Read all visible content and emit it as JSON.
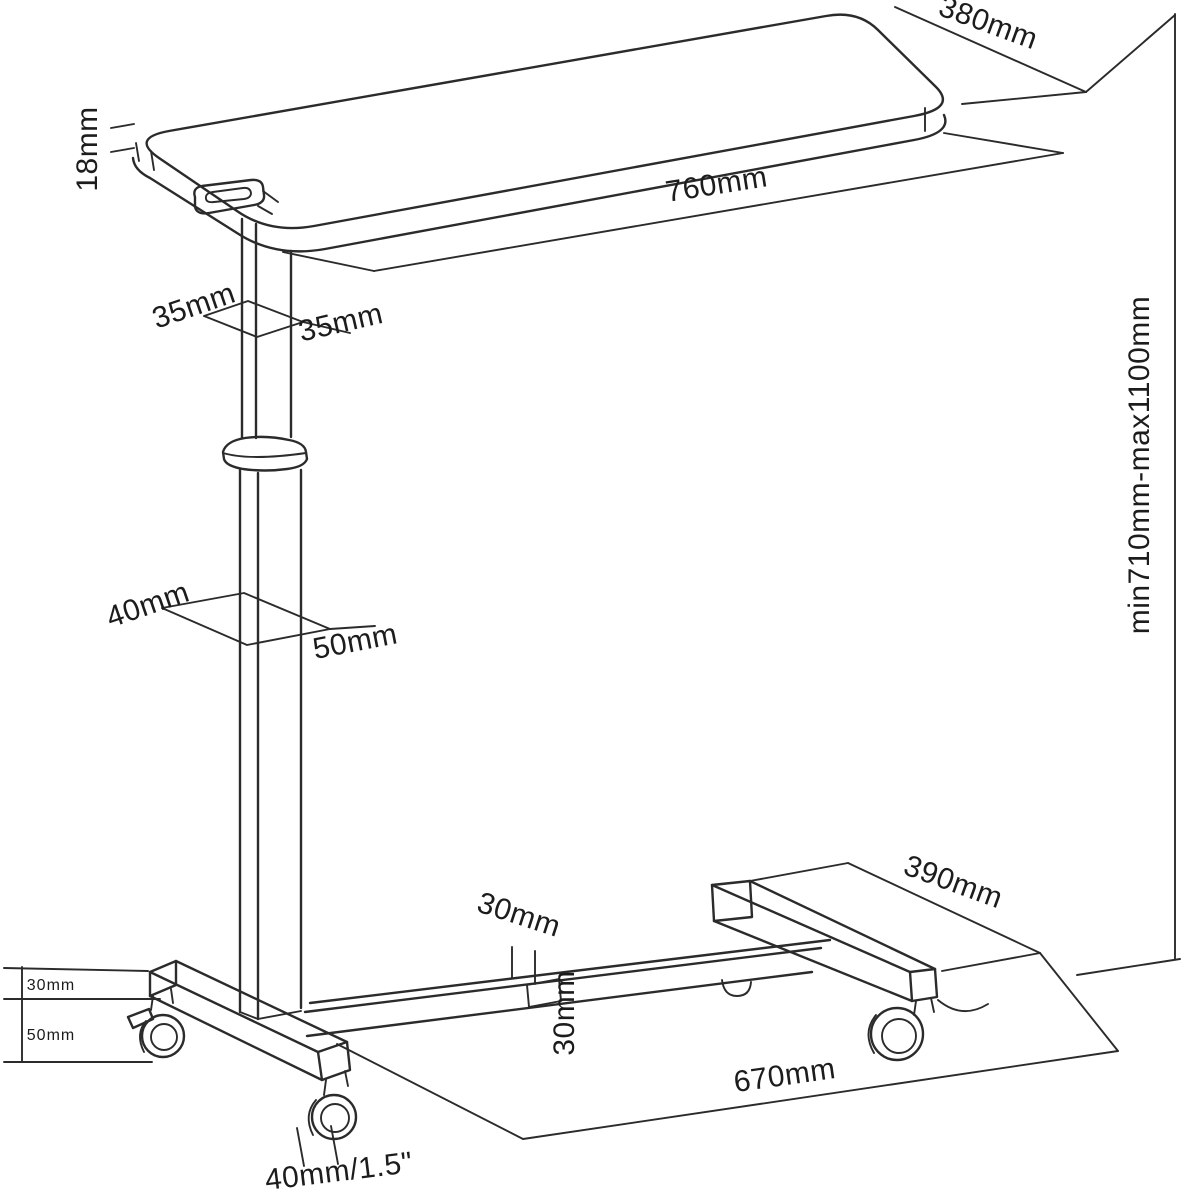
{
  "diagram": {
    "type": "technical-dimension-drawing",
    "subject": "height-adjustable overbed table with casters",
    "line_color": "#2b2b2b",
    "background": "#ffffff",
    "labels": {
      "top_thickness": "18mm",
      "top_depth": "380mm",
      "top_width": "760mm",
      "upper_column_side_a": "35mm",
      "upper_column_side_b": "35mm",
      "lower_column_side_a": "40mm",
      "lower_column_side_b": "50mm",
      "height_range": "min710mm-max1100mm",
      "foot_length": "390mm",
      "crossbar_top_width": "30mm",
      "crossbar_front_height": "30mm",
      "foot_tube_height": "30mm",
      "foot_clearance": "50mm",
      "base_width": "670mm",
      "caster_size": "40mm/1.5\""
    }
  }
}
